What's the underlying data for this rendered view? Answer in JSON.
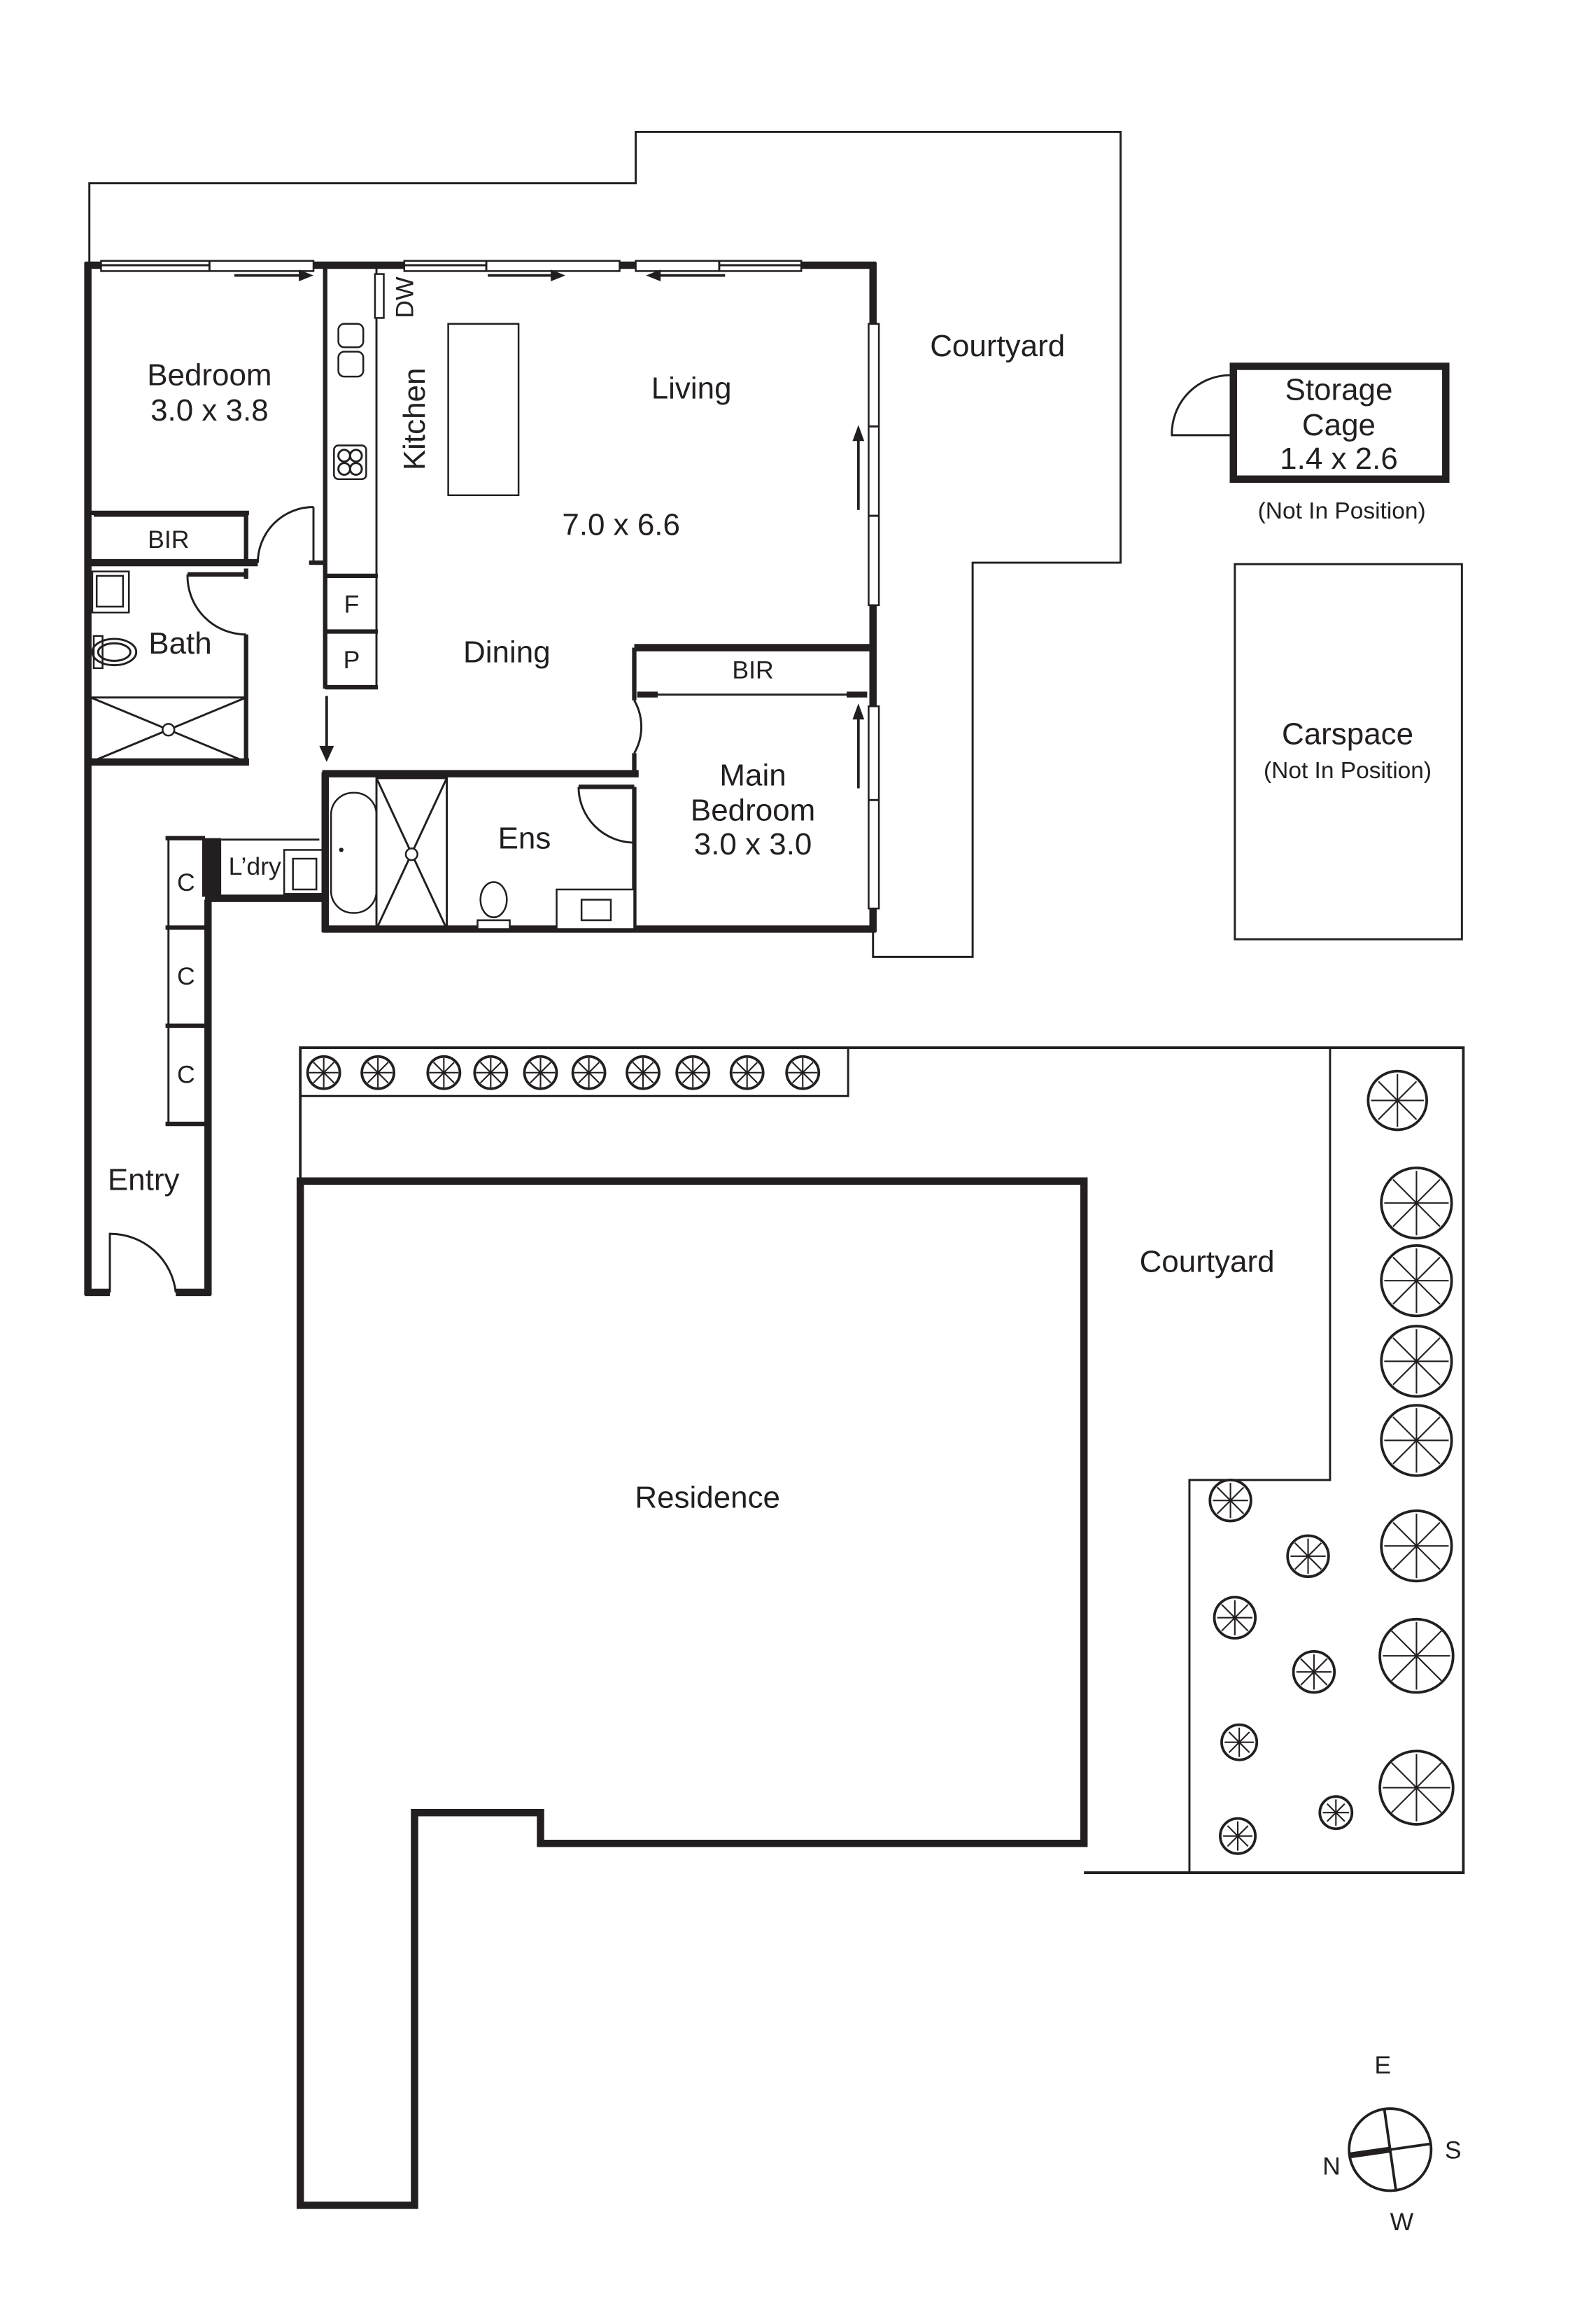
{
  "plan": {
    "colors": {
      "ink": "#231f20",
      "background": "#ffffff"
    },
    "rooms": {
      "bedroom": {
        "name": "Bedroom",
        "size": "3.0 x 3.8"
      },
      "bir_bedroom": {
        "name": "BIR"
      },
      "bath": {
        "name": "Bath"
      },
      "kitchen": {
        "name": "Kitchen"
      },
      "dishwasher": {
        "name": "DW"
      },
      "fridge": {
        "name": "F"
      },
      "pantry": {
        "name": "P"
      },
      "living": {
        "name": "Living",
        "size": "7.0 x 6.6"
      },
      "dining": {
        "name": "Dining"
      },
      "bir_main": {
        "name": "BIR"
      },
      "ensuite": {
        "name": "Ens"
      },
      "main_bedroom": {
        "name_line1": "Main",
        "name_line2": "Bedroom",
        "size": "3.0 x 3.0"
      },
      "laundry": {
        "name": "L’dry"
      },
      "cupboards": [
        "C",
        "C",
        "C"
      ],
      "entry": {
        "name": "Entry"
      },
      "courtyard_upper": {
        "name": "Courtyard"
      },
      "courtyard_lower": {
        "name": "Courtyard"
      },
      "residence": {
        "name": "Residence"
      }
    },
    "storage_cage": {
      "line1": "Storage",
      "line2": "Cage",
      "size": "1.4 x 2.6",
      "note": "(Not In Position)"
    },
    "carspace": {
      "name": "Carspace",
      "note": "(Not In Position)"
    },
    "compass": {
      "north": "N",
      "east": "E",
      "south": "S",
      "west": "W"
    }
  }
}
